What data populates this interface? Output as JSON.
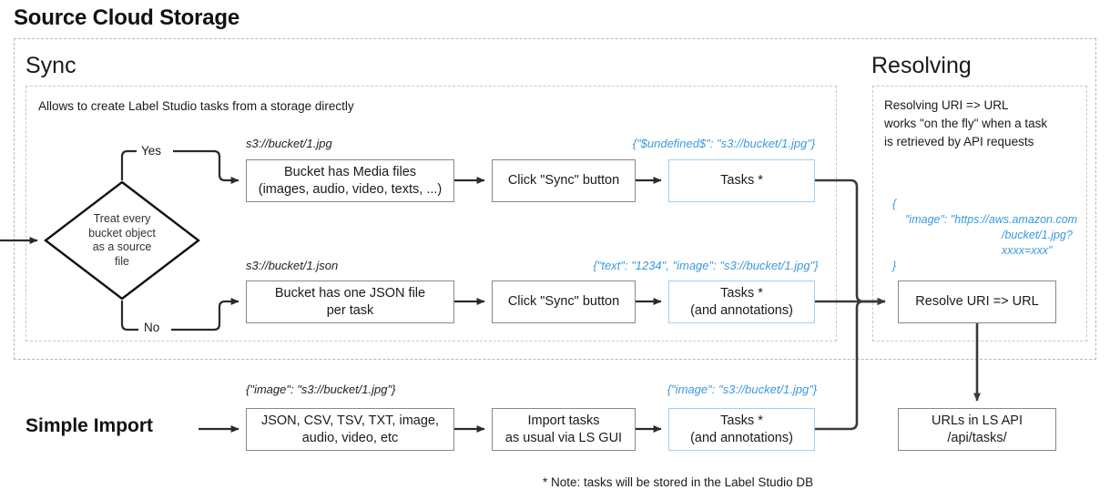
{
  "page": {
    "title": "Source Cloud Storage"
  },
  "sections": {
    "sync": {
      "title": "Sync",
      "description": "Allows to create Label Studio tasks from a storage directly"
    },
    "resolving": {
      "title": "Resolving",
      "description_line1": "Resolving URI => URL",
      "description_line2": "works \"on the fly\" when a task",
      "description_line3": "is retrieved by API requests",
      "json_open": "{",
      "json_line1": "\"image\": \"https://aws.amazon.com",
      "json_line2": "/bucket/1.jpg?xxxx=xxx\"",
      "json_close": "}"
    },
    "simple_import": {
      "title": "Simple Import"
    }
  },
  "decision": {
    "line1": "Treat every",
    "line2": "bucket object",
    "line3": "as a source",
    "line4": "file",
    "yes_label": "Yes",
    "no_label": "No"
  },
  "nodes": {
    "media_files": {
      "line1": "Bucket has Media files",
      "line2": "(images, audio, video, texts, ...)"
    },
    "json_per_task": {
      "line1": "Bucket has one JSON file",
      "line2": "per task"
    },
    "sync_button_top": "Click \"Sync\" button",
    "sync_button_bottom": "Click \"Sync\" button",
    "tasks_top": "Tasks *",
    "tasks_middle": {
      "line1": "Tasks *",
      "line2": "(and annotations)"
    },
    "import_formats": {
      "line1": "JSON, CSV, TSV, TXT, image,",
      "line2": "audio, video, etc"
    },
    "import_tasks": {
      "line1": "Import tasks",
      "line2": "as usual via LS GUI"
    },
    "tasks_bottom": {
      "line1": "Tasks *",
      "line2": "(and annotations)"
    },
    "resolve_uri": "Resolve URI => URL",
    "urls_api": {
      "line1": "URLs in LS API",
      "line2": "/api/tasks/"
    }
  },
  "captions": {
    "s3_jpg": "s3://bucket/1.jpg",
    "s3_json": "s3://bucket/1.json",
    "tasks_top_json": "{\"$undefined$\": \"s3://bucket/1.jpg\"}",
    "tasks_middle_json": "{\"text\": \"1234\", \"image\": \"s3://bucket/1.jpg\"}",
    "import_json": "{\"image\": \"s3://bucket/1.jpg\"}",
    "tasks_bottom_json": "{\"image\": \"s3://bucket/1.jpg\"}"
  },
  "footnote": "* Note: tasks will be stored in the Label Studio DB",
  "colors": {
    "accent_blue": "#3a9ae0",
    "node_blue_border": "#9fd0f5",
    "node_border": "#888888",
    "dashed": "#c0c0c0",
    "text": "#1a1a1a"
  }
}
